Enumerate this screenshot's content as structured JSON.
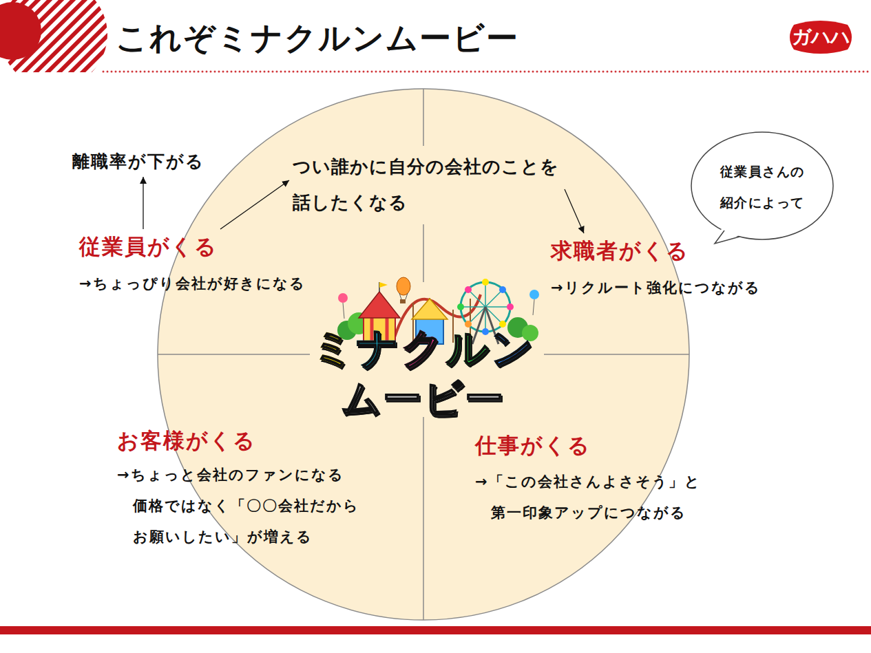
{
  "diagram": {
    "title": "これぞミナクルンムービー",
    "nodes": [
      {
        "text": [
          "ガハハ"
        ]
      },
      {
        "text": [
          "ミナクルン",
          "ムービー"
        ]
      },
      {
        "text": [
          "離職率が下がる"
        ]
      },
      {
        "text": [
          "つい誰かに自分の会社のことを 話したくなる"
        ],
        "in": 1
      },
      {
        "text": [
          "従業員さんの 紹介によって"
        ]
      },
      {
        "text": [
          "従業員がくる",
          "→ちょっぴり会社が好きになる"
        ]
      },
      {
        "text": [
          "求職者がくる",
          "→リクルート強化につながる"
        ]
      },
      {
        "text": [
          "お客様がくる",
          "→ちょっと会社のファンになる 価格ではなく「〇〇会社だから お願いしたい」が増える"
        ]
      },
      {
        "text": [
          "仕事がくる",
          "→「この会社さんよさそう」と 第一印象アップにつながる"
        ]
      }
    ],
    "edges": [
      {
        "from": 5,
        "to": 2,
        "arrow": "to"
      },
      {
        "from": 5,
        "to": 3,
        "arrow": "to"
      },
      {
        "from": 3,
        "to": 6,
        "arrow": "to"
      }
    ]
  }
}
